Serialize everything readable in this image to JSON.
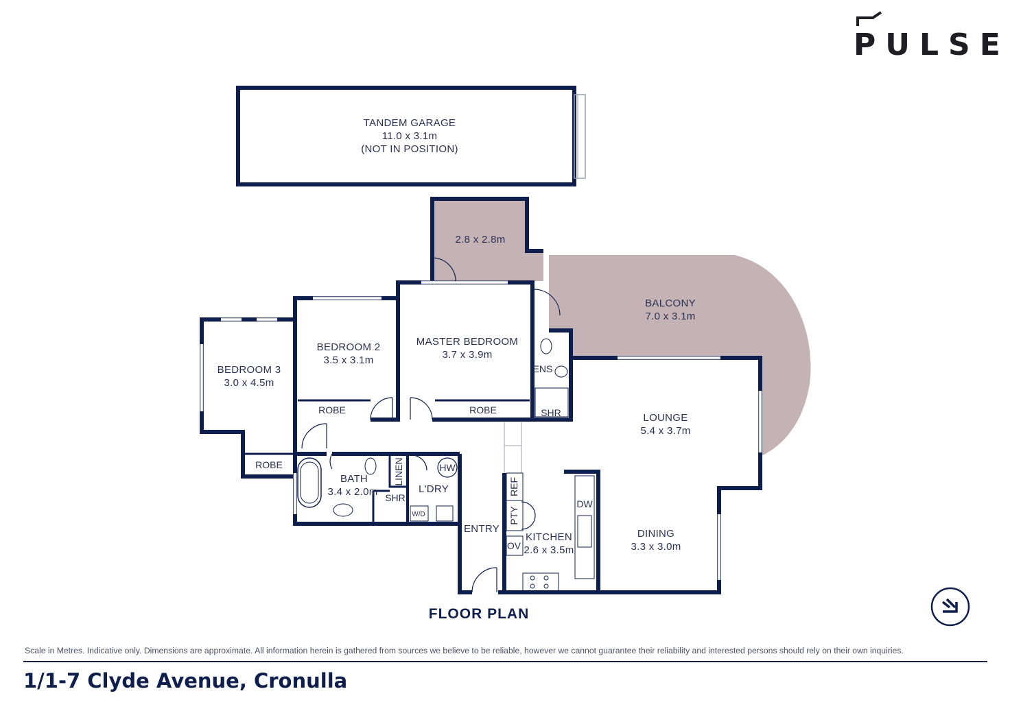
{
  "brand": {
    "name": "PULSE"
  },
  "plan_title": "FLOOR PLAN",
  "disclaimer": "Scale in Metres. Indicative only. Dimensions are approximate. All information herein is gathered from sources we believe to be reliable, however we cannot guarantee their reliability and interested persons should rely on their own inquiries.",
  "address": "1/1-7 Clyde Avenue, Cronulla",
  "colors": {
    "wall": "#0f1f4d",
    "outdoor": "#c4b2b5",
    "accent": "#0f1f4d"
  },
  "rooms": {
    "garage": {
      "name": "TANDEM GARAGE",
      "dims": "11.0 x 3.1m",
      "note": "(NOT IN POSITION)"
    },
    "storage": {
      "dims": "2.8 x 2.8m"
    },
    "balcony": {
      "name": "BALCONY",
      "dims": "7.0 x 3.1m"
    },
    "bedroom3": {
      "name": "BEDROOM 3",
      "dims": "3.0 x 4.5m"
    },
    "bedroom2": {
      "name": "BEDROOM 2",
      "dims": "3.5 x 3.1m"
    },
    "master": {
      "name": "MASTER BEDROOM",
      "dims": "3.7 x 3.9m"
    },
    "lounge": {
      "name": "LOUNGE",
      "dims": "5.4 x 3.7m"
    },
    "dining": {
      "name": "DINING",
      "dims": "3.3 x 3.0m"
    },
    "bath": {
      "name": "BATH",
      "dims": "3.4 x 2.0m"
    },
    "kitchen": {
      "name": "KITCHEN",
      "dims": "2.6 x 3.5m"
    },
    "laundry": {
      "name": "L'DRY"
    },
    "entry": {
      "name": "ENTRY"
    }
  },
  "fixtures": {
    "robe_b2": "ROBE",
    "robe_master": "ROBE",
    "robe_b3": "ROBE",
    "ens": "ENS",
    "shr_ens": "SHR",
    "shr_bath": "SHR",
    "linen": "LINEN",
    "hw": "HW",
    "wd": "W/D",
    "ref": "REF",
    "pty": "PTY",
    "ov": "OV",
    "dw": "DW"
  }
}
